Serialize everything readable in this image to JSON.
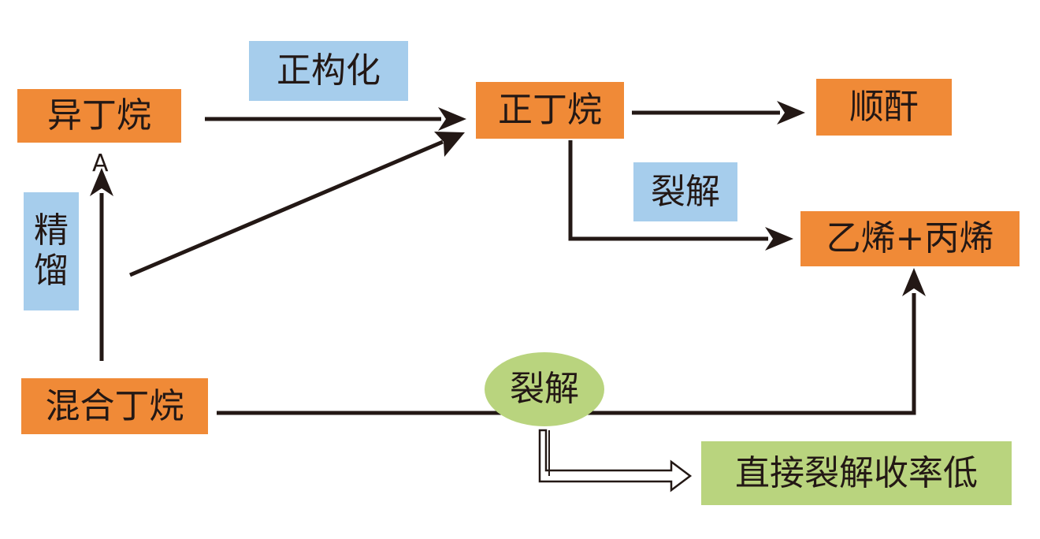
{
  "nodes": {
    "isobutane": "异丁烷",
    "n_butane": "正丁烷",
    "maleic_anhydride": "顺酐",
    "ethylene_propylene": "乙烯+丙烯",
    "mixed_butane": "混合丁烷",
    "direct_cracking_low_yield": "直接裂解收率低"
  },
  "labels": {
    "isomerization": "正构化",
    "cracking_top": "裂解",
    "rectification_1": "精",
    "rectification_2": "馏",
    "cracking_ellipse": "裂解",
    "point_a": "A"
  },
  "colors": {
    "product_box": "#f08a37",
    "process_label": "#a6cdec",
    "green_box": "#b9d47e",
    "arrow": "#231815"
  }
}
